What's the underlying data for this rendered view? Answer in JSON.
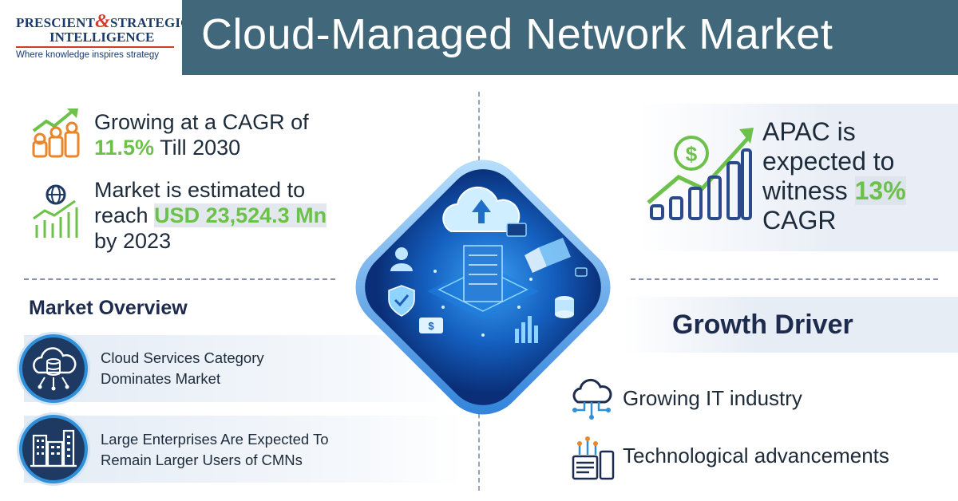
{
  "logo": {
    "line1_a": "PRESCIENT",
    "line1_amp": "&",
    "line1_b": "STRATEGIC",
    "line2": "INTELLIGENCE",
    "tagline": "Where knowledge inspires strategy"
  },
  "title": "Cloud-Managed Network Market",
  "cagr": {
    "prefix": "Growing at a CAGR of",
    "value": "11.5%",
    "suffix": "Till 2030"
  },
  "market": {
    "line1": "Market is estimated to",
    "reach": "reach",
    "value": "USD 23,524.3 Mn",
    "line3": "by 2023"
  },
  "apac": {
    "line1": "APAC is",
    "line2": "expected to",
    "line3": "witness",
    "value": "13%",
    "line4": "CAGR"
  },
  "overview": {
    "title": "Market Overview",
    "items": [
      {
        "line1": "Cloud Services Category",
        "line2": "Dominates Market"
      },
      {
        "line1": "Large Enterprises Are Expected To",
        "line2": "Remain Larger Users of CMNs"
      }
    ]
  },
  "growth": {
    "title": "Growth Driver",
    "items": [
      "Growing IT industry",
      "Technological advancements"
    ]
  },
  "colors": {
    "title_bar": "#41687a",
    "accent_green": "#6cc14a",
    "navy": "#1d2b4e",
    "blue": "#2f8fd8",
    "orange": "#e8862a"
  }
}
